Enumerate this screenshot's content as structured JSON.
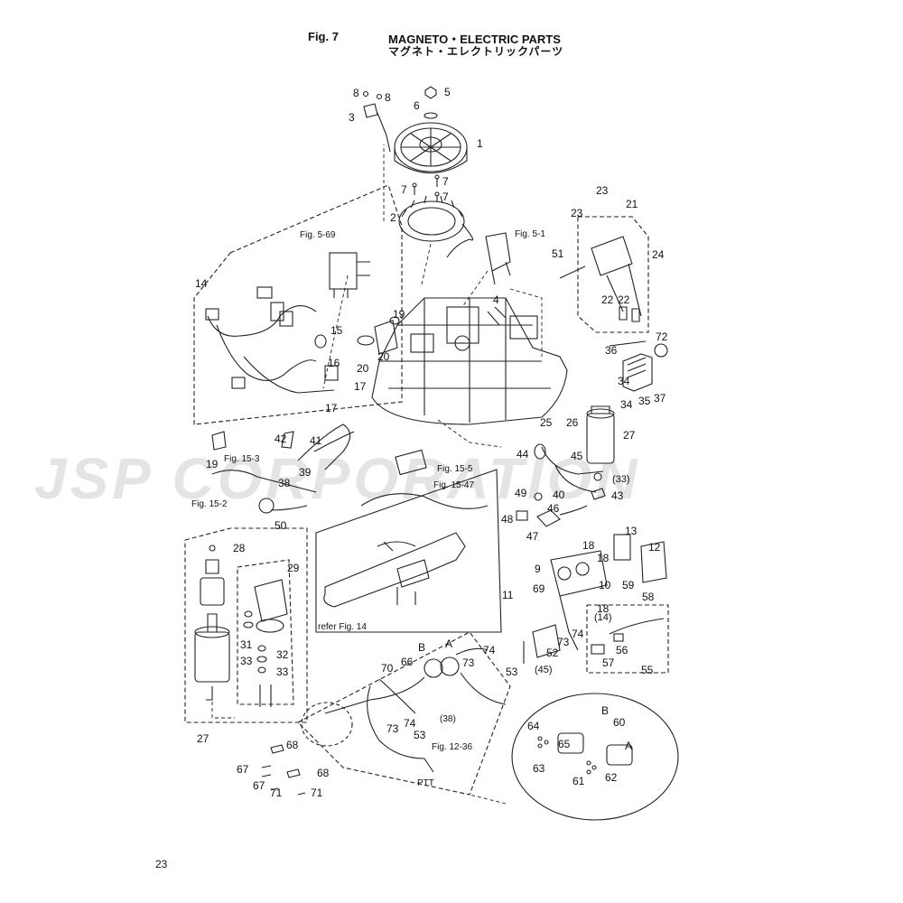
{
  "header": {
    "fig_label": "Fig. 7",
    "title": "MAGNETO・ELECTRIC PARTS",
    "title_jp": "マグネト・エレクトリックパーツ"
  },
  "page_number": "23",
  "watermark": "JSP CORPORATION",
  "references": {
    "fig_5_69": "Fig. 5-69",
    "fig_5_1": "Fig. 5-1",
    "fig_15_3": "Fig. 15-3",
    "fig_15_2": "Fig. 15-2",
    "fig_15_5": "Fig. 15-5",
    "fig_15_47": "Fig. 15-47",
    "refer_fig_14": "refer Fig. 14",
    "fig_12_36": "Fig. 12-36",
    "ptt": "PTT",
    "paren_33": "(33)",
    "paren_14": "(14)",
    "paren_45": "(45)",
    "paren_38": "(38)"
  },
  "callouts": [
    {
      "id": "c1",
      "text": "1"
    },
    {
      "id": "c2",
      "text": "2"
    },
    {
      "id": "c3",
      "text": "3"
    },
    {
      "id": "c4",
      "text": "4"
    },
    {
      "id": "c5",
      "text": "5"
    },
    {
      "id": "c6",
      "text": "6"
    },
    {
      "id": "c7a",
      "text": "7"
    },
    {
      "id": "c7b",
      "text": "7"
    },
    {
      "id": "c7c",
      "text": "7"
    },
    {
      "id": "c8a",
      "text": "8"
    },
    {
      "id": "c8b",
      "text": "8"
    },
    {
      "id": "c9",
      "text": "9"
    },
    {
      "id": "c10",
      "text": "10"
    },
    {
      "id": "c11",
      "text": "11"
    },
    {
      "id": "c12",
      "text": "12"
    },
    {
      "id": "c13",
      "text": "13"
    },
    {
      "id": "c14",
      "text": "14"
    },
    {
      "id": "c15",
      "text": "15"
    },
    {
      "id": "c16",
      "text": "16"
    },
    {
      "id": "c17a",
      "text": "17"
    },
    {
      "id": "c17b",
      "text": "17"
    },
    {
      "id": "c18a",
      "text": "18"
    },
    {
      "id": "c18b",
      "text": "18"
    },
    {
      "id": "c18c",
      "text": "18"
    },
    {
      "id": "c19a",
      "text": "19"
    },
    {
      "id": "c19b",
      "text": "19"
    },
    {
      "id": "c20a",
      "text": "20"
    },
    {
      "id": "c20b",
      "text": "20"
    },
    {
      "id": "c21",
      "text": "21"
    },
    {
      "id": "c22a",
      "text": "22"
    },
    {
      "id": "c22b",
      "text": "22"
    },
    {
      "id": "c23a",
      "text": "23"
    },
    {
      "id": "c23b",
      "text": "23"
    },
    {
      "id": "c24",
      "text": "24"
    },
    {
      "id": "c25",
      "text": "25"
    },
    {
      "id": "c26",
      "text": "26"
    },
    {
      "id": "c27a",
      "text": "27"
    },
    {
      "id": "c27b",
      "text": "27"
    },
    {
      "id": "c28",
      "text": "28"
    },
    {
      "id": "c29",
      "text": "29"
    },
    {
      "id": "c31",
      "text": "31"
    },
    {
      "id": "c32",
      "text": "32"
    },
    {
      "id": "c33a",
      "text": "33"
    },
    {
      "id": "c33b",
      "text": "33"
    },
    {
      "id": "c34a",
      "text": "34"
    },
    {
      "id": "c34b",
      "text": "34"
    },
    {
      "id": "c35",
      "text": "35"
    },
    {
      "id": "c36",
      "text": "36"
    },
    {
      "id": "c37",
      "text": "37"
    },
    {
      "id": "c38",
      "text": "38"
    },
    {
      "id": "c39",
      "text": "39"
    },
    {
      "id": "c40",
      "text": "40"
    },
    {
      "id": "c41",
      "text": "41"
    },
    {
      "id": "c42",
      "text": "42"
    },
    {
      "id": "c43",
      "text": "43"
    },
    {
      "id": "c44",
      "text": "44"
    },
    {
      "id": "c45",
      "text": "45"
    },
    {
      "id": "c46",
      "text": "46"
    },
    {
      "id": "c47",
      "text": "47"
    },
    {
      "id": "c48",
      "text": "48"
    },
    {
      "id": "c49",
      "text": "49"
    },
    {
      "id": "c50",
      "text": "50"
    },
    {
      "id": "c51",
      "text": "51"
    },
    {
      "id": "c52",
      "text": "52"
    },
    {
      "id": "c53a",
      "text": "53"
    },
    {
      "id": "c53b",
      "text": "53"
    },
    {
      "id": "c55",
      "text": "55"
    },
    {
      "id": "c56",
      "text": "56"
    },
    {
      "id": "c57",
      "text": "57"
    },
    {
      "id": "c58",
      "text": "58"
    },
    {
      "id": "c59",
      "text": "59"
    },
    {
      "id": "c60",
      "text": "60"
    },
    {
      "id": "c61",
      "text": "61"
    },
    {
      "id": "c62",
      "text": "62"
    },
    {
      "id": "c63",
      "text": "63"
    },
    {
      "id": "c64",
      "text": "64"
    },
    {
      "id": "c65",
      "text": "65"
    },
    {
      "id": "c66",
      "text": "66"
    },
    {
      "id": "c67a",
      "text": "67"
    },
    {
      "id": "c67b",
      "text": "67"
    },
    {
      "id": "c68a",
      "text": "68"
    },
    {
      "id": "c68b",
      "text": "68"
    },
    {
      "id": "c69",
      "text": "69"
    },
    {
      "id": "c70",
      "text": "70"
    },
    {
      "id": "c71a",
      "text": "71"
    },
    {
      "id": "c71b",
      "text": "71"
    },
    {
      "id": "c72",
      "text": "72"
    },
    {
      "id": "c73a",
      "text": "73"
    },
    {
      "id": "c73b",
      "text": "73"
    },
    {
      "id": "c73c",
      "text": "73"
    },
    {
      "id": "c74a",
      "text": "74"
    },
    {
      "id": "c74b",
      "text": "74"
    },
    {
      "id": "c74c",
      "text": "74"
    },
    {
      "id": "cA1",
      "text": "A"
    },
    {
      "id": "cA2",
      "text": "A"
    },
    {
      "id": "cB1",
      "text": "B"
    },
    {
      "id": "cB2",
      "text": "B"
    }
  ]
}
